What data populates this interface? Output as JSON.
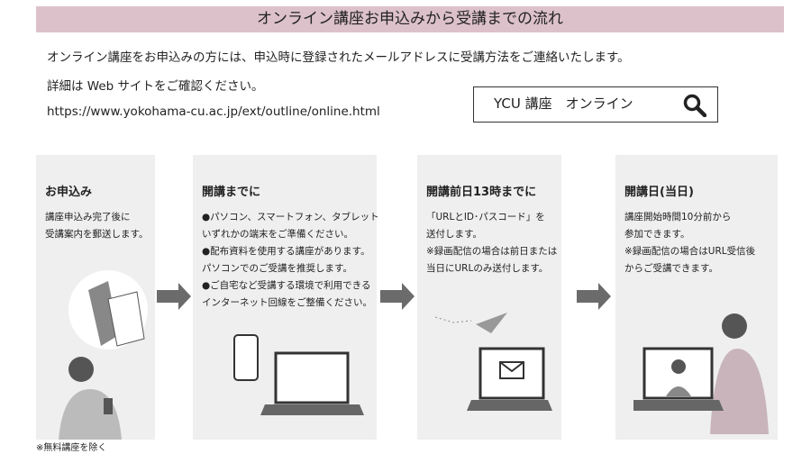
{
  "title": "オンライン講座お申込みから受講までの流れ",
  "intro": {
    "line1": "オンライン講座をお申込みの方には、申込時に登録されたメールアドレスに受講方法をご連絡いたします。",
    "line2": "詳細は Web サイトをご確認ください。",
    "url": "https://www.yokohama-cu.ac.jp/ext/outline/online.html"
  },
  "search": {
    "text": "YCU 講座　オンライン",
    "icon": "search-icon"
  },
  "steps": [
    {
      "heading": "お申込み",
      "lines": [
        "講座申込み完了後に",
        "受講案内を郵送します。"
      ]
    },
    {
      "heading": "開講までに",
      "lines": [
        "●パソコン、スマートフォン、タブレット",
        "いずれかの端末をご準備ください。",
        "●配布資料を使用する講座があります。",
        "パソコンでのご受講を推奨します。",
        "●ご自宅など受講する環境で利用できる",
        "インターネット回線をご整備ください。"
      ]
    },
    {
      "heading": "開講前日13時までに",
      "lines": [
        "「URLとID･パスコード」を",
        "送付します。",
        "※録画配信の場合は前日または",
        "当日にURLのみ送付します。"
      ]
    },
    {
      "heading": "開講日(当日)",
      "lines": [
        "講座開始時間10分前から",
        "参加できます。",
        "※録画配信の場合はURL受信後",
        "からご受講できます。"
      ]
    }
  ],
  "footnote": "※無料講座を除く",
  "colors": {
    "title_bg": "#dcc1cb",
    "panel_bg": "#efefef",
    "arrow": "#6b6b6b"
  }
}
